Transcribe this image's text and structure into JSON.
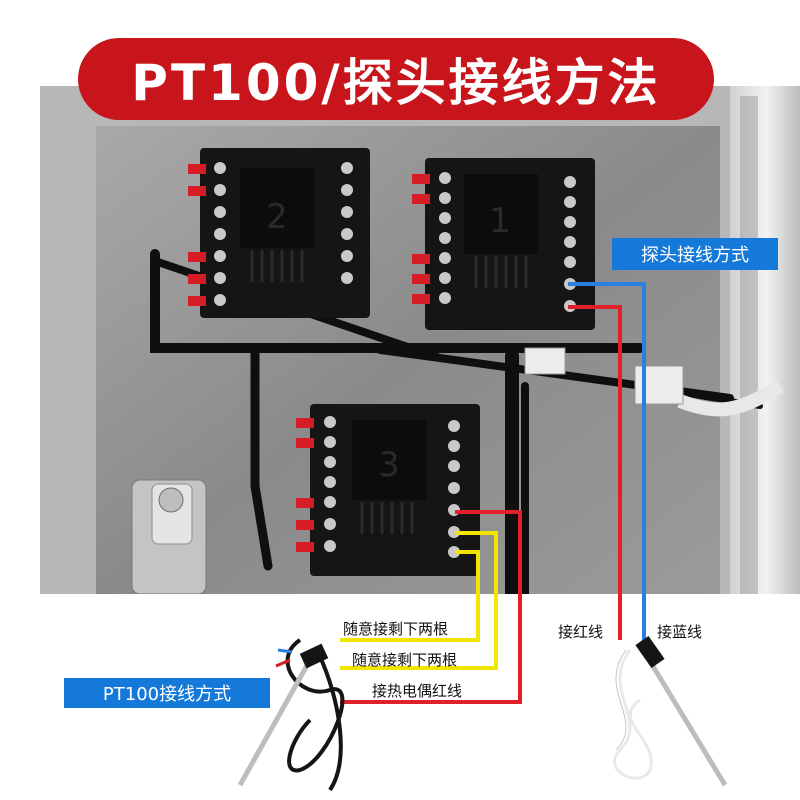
{
  "title": "PT100/探头接线方法",
  "probe_wiring_label": "探头接线方式",
  "pt100_wiring_label": "PT100接线方式",
  "annotations": {
    "any_two_1": "随意接剩下两根",
    "any_two_2": "随意接剩下两根",
    "thermocouple_red": "接热电偶红线",
    "red_wire": "接红线",
    "blue_wire": "接蓝线"
  },
  "controllers": [
    {
      "handwritten_number": "2"
    },
    {
      "handwritten_number": "1"
    },
    {
      "handwritten_number": "3"
    }
  ],
  "colors": {
    "title_background": "#c8151b",
    "label_background": "#1479d8",
    "red_wire": "#e0202a",
    "blue_wire": "#2a7fe0",
    "yellow_wire": "#f2e600",
    "panel": "#8e8e8e",
    "controller_body": "#151515"
  }
}
